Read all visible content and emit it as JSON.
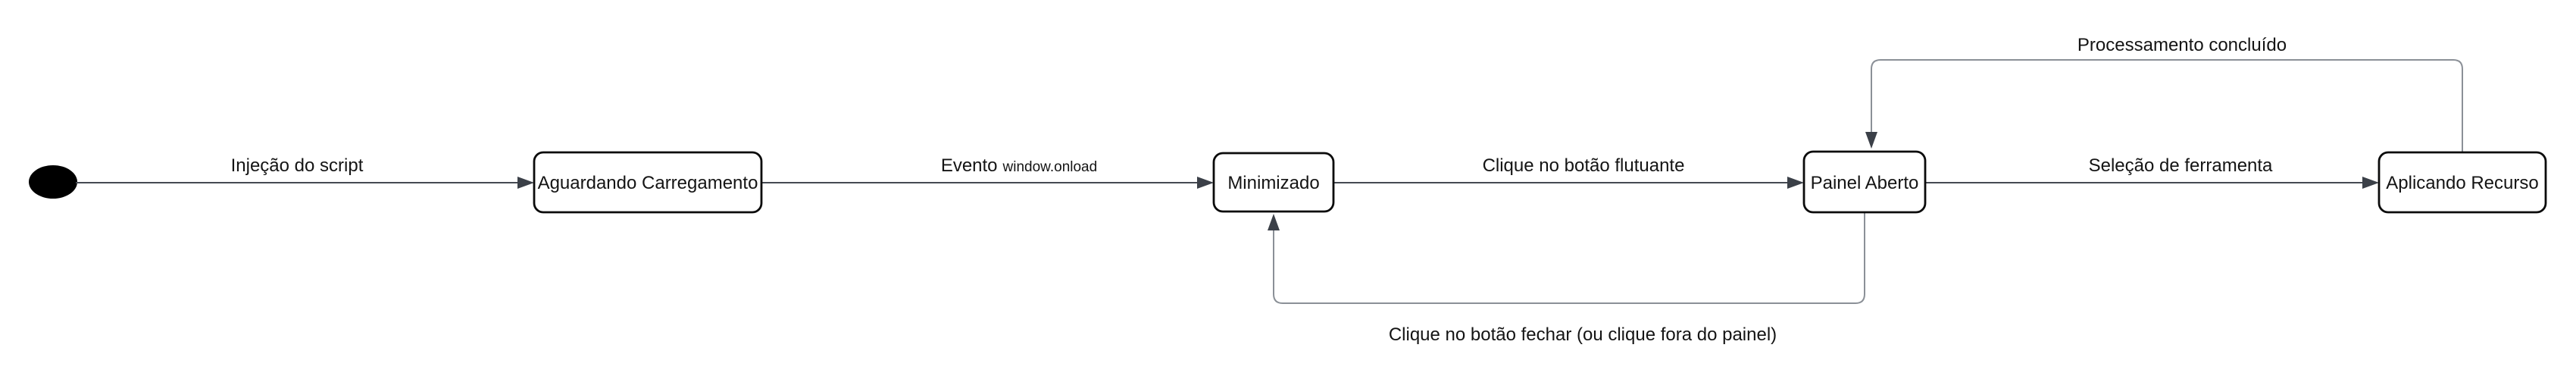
{
  "diagram": {
    "type": "state-diagram",
    "direction": "left-to-right",
    "background": "#ffffff",
    "palette": {
      "node_fill": "#ffffff",
      "node_border": "#0b0b0b",
      "text": "#141414",
      "edge_main": "#454a52",
      "edge_loop": "#8b9097",
      "arrowhead": "#3b4048",
      "start_dot": "#000000"
    },
    "start_state": {
      "shape": "filled-dot"
    },
    "states": [
      {
        "label": "Aguardando Carregamento"
      },
      {
        "label": "Minimizado"
      },
      {
        "label": "Painel Aberto"
      },
      {
        "label": "Aplicando Recurso"
      }
    ],
    "transitions": [
      {
        "from": "[*]",
        "to": "Aguardando Carregamento",
        "label": "Injeção do script"
      },
      {
        "from": "Aguardando Carregamento",
        "to": "Minimizado",
        "label": "Evento",
        "code": "window.onload"
      },
      {
        "from": "Minimizado",
        "to": "Painel Aberto",
        "label": "Clique no botão flutuante"
      },
      {
        "from": "Painel Aberto",
        "to": "Aplicando Recurso",
        "label": "Seleção de ferramenta"
      },
      {
        "from": "Aplicando Recurso",
        "to": "Painel Aberto",
        "label": "Processamento concluído"
      },
      {
        "from": "Painel Aberto",
        "to": "Minimizado",
        "label": "Clique no botão fechar (ou clique fora do painel)"
      }
    ]
  }
}
